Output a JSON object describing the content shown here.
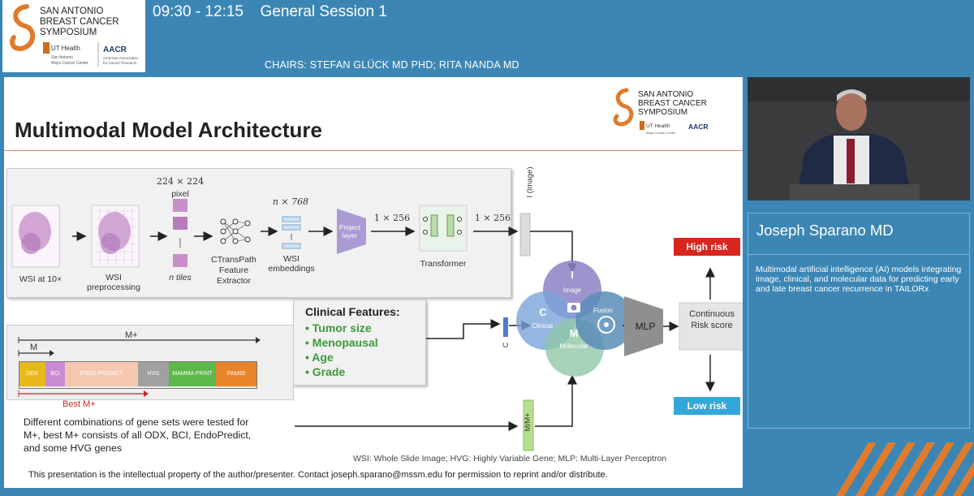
{
  "header": {
    "logo_text": "SAN ANTONIO BREAST CANCER SYMPOSIUM",
    "logo_sub_left": "UT Health San Antonio Mays Cancer Center",
    "logo_sub_right": "AACR American Association for Cancer Research",
    "session_time": "09:30 - 12:15",
    "session_name": "General Session 1",
    "chairs": "CHAIRS: STEFAN GLÜCK MD PHD; RITA NANDA MD"
  },
  "slide": {
    "title": "Multimodal Model Architecture",
    "pipeline": {
      "wsi_label": "WSI at 10×",
      "preprocessing_label": "WSI preprocessing",
      "tile_size": "224 × 224",
      "tile_unit": "pixel",
      "tiles_label": "n tiles",
      "extractor_label": "CTransPath Feature Extractor",
      "embed_size": "n × 768",
      "embed_label": "WSI embeddings",
      "project_label": "Project layer",
      "dim_1": "1 × 256",
      "dim_2": "1 × 256",
      "transformer_label": "Transformer",
      "image_vec_label": "I (Image)"
    },
    "clinical": {
      "heading": "Clinical Features:",
      "items": [
        "Tumor size",
        "Menopausal",
        "Age",
        "Grade"
      ],
      "vec_label": "C"
    },
    "genes": {
      "m_plus": "M+",
      "m": "M",
      "best": "Best M+",
      "cells": [
        {
          "label": "ODX",
          "color": "#e8b81c"
        },
        {
          "label": "BCI",
          "color": "#c98bd3"
        },
        {
          "label": "ENDO PREDICT",
          "color": "#f4c7b0"
        },
        {
          "label": "HVG",
          "color": "#a0a0a0"
        },
        {
          "label": "MAMMA PRINT",
          "color": "#5bb84a"
        },
        {
          "label": "PAM50",
          "color": "#e8842a"
        }
      ],
      "description": "Different combinations of gene sets were tested for M+, best M+ consists of all ODX, BCI, EndoPredict, and some HVG genes",
      "vec_label": "M/M+"
    },
    "fusion": {
      "image": "I",
      "image_label": "Image",
      "clinical": "C",
      "clinical_label": "Clinical",
      "molecular": "M",
      "molecular_label": "Molecular",
      "fusion_label": "Fusion"
    },
    "mlp_label": "MLP",
    "risk_score_label": "Continuous Risk score",
    "high_risk": "High risk",
    "low_risk": "Low risk",
    "abbreviations": "WSI: Whole Slide Image; HVG: Highly Variable Gene; MLP: Multi-Layer Perceptron",
    "footer": "This presentation is the intellectual property of the author/presenter. Contact joseph.sparano@mssm.edu for permission to reprint and/or distribute."
  },
  "speaker": {
    "name": "Joseph Sparano MD",
    "talk_title": "Multimodal artificial intelligence (AI) models integrating image, clinical, and molecular data for predicting early and late breast cancer recurrence in TAILORx"
  },
  "colors": {
    "background": "#3c86b5",
    "high_risk": "#d9251d",
    "low_risk": "#34a7d9",
    "clinical_green": "#3a9a3a",
    "accent_orange": "#e07b2c"
  }
}
